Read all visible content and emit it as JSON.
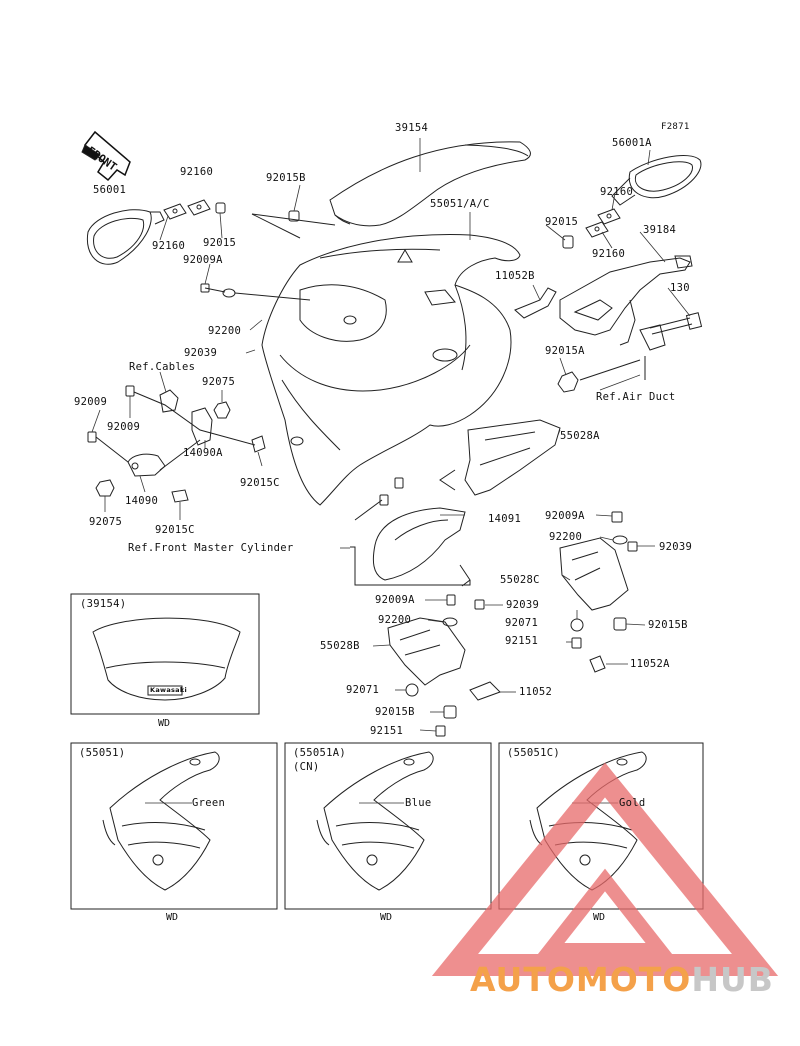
{
  "figure_code": "F2871",
  "direction_label": "FRONT",
  "parts": [
    {
      "id": "p39154",
      "text": "39154"
    },
    {
      "id": "p56001A",
      "text": "56001A"
    },
    {
      "id": "p92160_top",
      "text": "92160"
    },
    {
      "id": "p92015B_top",
      "text": "92015B"
    },
    {
      "id": "p55051AC",
      "text": "55051/A/C"
    },
    {
      "id": "p56001",
      "text": "56001"
    },
    {
      "id": "p92160_right",
      "text": "92160"
    },
    {
      "id": "p92015_right",
      "text": "92015"
    },
    {
      "id": "p39184",
      "text": "39184"
    },
    {
      "id": "p92160_left",
      "text": "92160"
    },
    {
      "id": "p92015_left",
      "text": "92015"
    },
    {
      "id": "p92160_right2",
      "text": "92160"
    },
    {
      "id": "p92009A_top",
      "text": "92009A"
    },
    {
      "id": "p11052B",
      "text": "11052B"
    },
    {
      "id": "p130",
      "text": "130"
    },
    {
      "id": "p92200_left",
      "text": "92200"
    },
    {
      "id": "p92039_left",
      "text": "92039"
    },
    {
      "id": "p92015A",
      "text": "92015A"
    },
    {
      "id": "ref_cables",
      "text": "Ref.Cables"
    },
    {
      "id": "p92075_top",
      "text": "92075"
    },
    {
      "id": "ref_air_duct",
      "text": "Ref.Air Duct"
    },
    {
      "id": "p92009_a",
      "text": "92009"
    },
    {
      "id": "p92009_b",
      "text": "92009"
    },
    {
      "id": "p55028A_right",
      "text": "55028A"
    },
    {
      "id": "p14090A",
      "text": "14090A"
    },
    {
      "id": "p92015C_a",
      "text": "92015C"
    },
    {
      "id": "p14090",
      "text": "14090"
    },
    {
      "id": "p92075_bottom",
      "text": "92075"
    },
    {
      "id": "p14091",
      "text": "14091"
    },
    {
      "id": "p92009A_mid",
      "text": "92009A"
    },
    {
      "id": "p92015C_b",
      "text": "92015C"
    },
    {
      "id": "ref_front_master",
      "text": "Ref.Front Master Cylinder"
    },
    {
      "id": "p92200_right",
      "text": "92200"
    },
    {
      "id": "p92039_right",
      "text": "92039"
    },
    {
      "id": "p55028C",
      "text": "55028C"
    },
    {
      "id": "p92009A_low",
      "text": "92009A"
    },
    {
      "id": "p92039_low",
      "text": "92039"
    },
    {
      "id": "p92200_low",
      "text": "92200"
    },
    {
      "id": "p92071_right",
      "text": "92071"
    },
    {
      "id": "p92015B_right",
      "text": "92015B"
    },
    {
      "id": "p55028B",
      "text": "55028B"
    },
    {
      "id": "p92151_right",
      "text": "92151"
    },
    {
      "id": "p11052A",
      "text": "11052A"
    },
    {
      "id": "p92071_low",
      "text": "92071"
    },
    {
      "id": "p11052",
      "text": "11052"
    },
    {
      "id": "p92015B_low",
      "text": "92015B"
    },
    {
      "id": "p92151_low",
      "text": "92151"
    }
  ],
  "windshield_panel": {
    "title": "(39154)",
    "footer": "WD",
    "logo": "Kawasaki"
  },
  "variant_panels": [
    {
      "title": "(55051)",
      "subtitle": "",
      "color": "Green",
      "footer": "WD"
    },
    {
      "title": "(55051A)",
      "subtitle": "(CN)",
      "color": "Blue",
      "footer": "WD"
    },
    {
      "title": "(55051C)",
      "subtitle": "",
      "color": "Gold",
      "footer": "WD"
    }
  ],
  "watermark": {
    "part1": "AUTOMOTO",
    "part2": "HUB",
    "color1": "#f4a14a",
    "color2": "#c7c7c7",
    "triangle_color": "#e03a3a"
  }
}
